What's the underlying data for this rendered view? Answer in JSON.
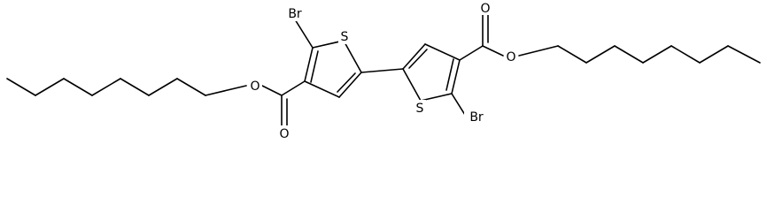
{
  "atoms": {
    "br_left": "Br",
    "s_left": "S",
    "o_ester_left": "O",
    "o_carbonyl_left": "O",
    "s_right": "S",
    "br_right": "Br",
    "o_carbonyl_right": "O",
    "o_ester_right": "O"
  }
}
